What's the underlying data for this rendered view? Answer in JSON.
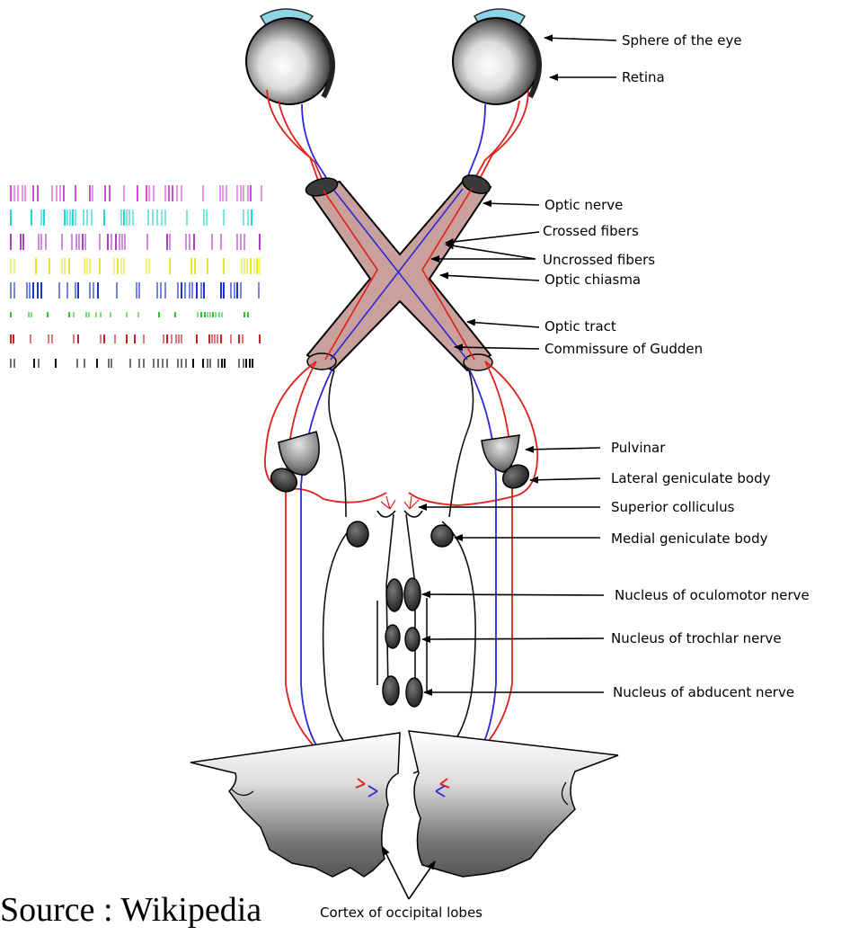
{
  "labels": {
    "sphere": "Sphere of the eye",
    "retina": "Retina",
    "optic_nerve": "Optic nerve",
    "crossed_fibers": "Crossed fibers",
    "uncrossed_fibers": "Uncrossed fibers",
    "optic_chiasma": "Optic chiasma",
    "optic_tract": "Optic tract",
    "commissure": "Commissure of Gudden",
    "pulvinar": "Pulvinar",
    "lateral_geniculate": "Lateral geniculate body",
    "superior_colliculus": "Superior colliculus",
    "medial_geniculate": "Medial geniculate body",
    "oculomotor": "Nucleus of oculomotor nerve",
    "trochlar": "Nucleus of trochlar nerve",
    "abducent": "Nucleus of abducent nerve",
    "cortex": "Cortex of occipital lobes"
  },
  "source": "Source : Wikipedia",
  "raster": {
    "rows": [
      {
        "color": "#d44fd4"
      },
      {
        "color": "#22d6d6"
      },
      {
        "color": "#b03ec4"
      },
      {
        "color": "#e8e82a"
      },
      {
        "color": "#1a35c8"
      },
      {
        "color": "#2ec82e"
      },
      {
        "color": "#c82222"
      },
      {
        "color": "#111111"
      }
    ]
  },
  "colors": {
    "nerve_red": "#e0201a",
    "nerve_blue": "#2a2ad8",
    "chiasm_fill": "#c9a09c",
    "nucleus_fill": "#333333"
  }
}
